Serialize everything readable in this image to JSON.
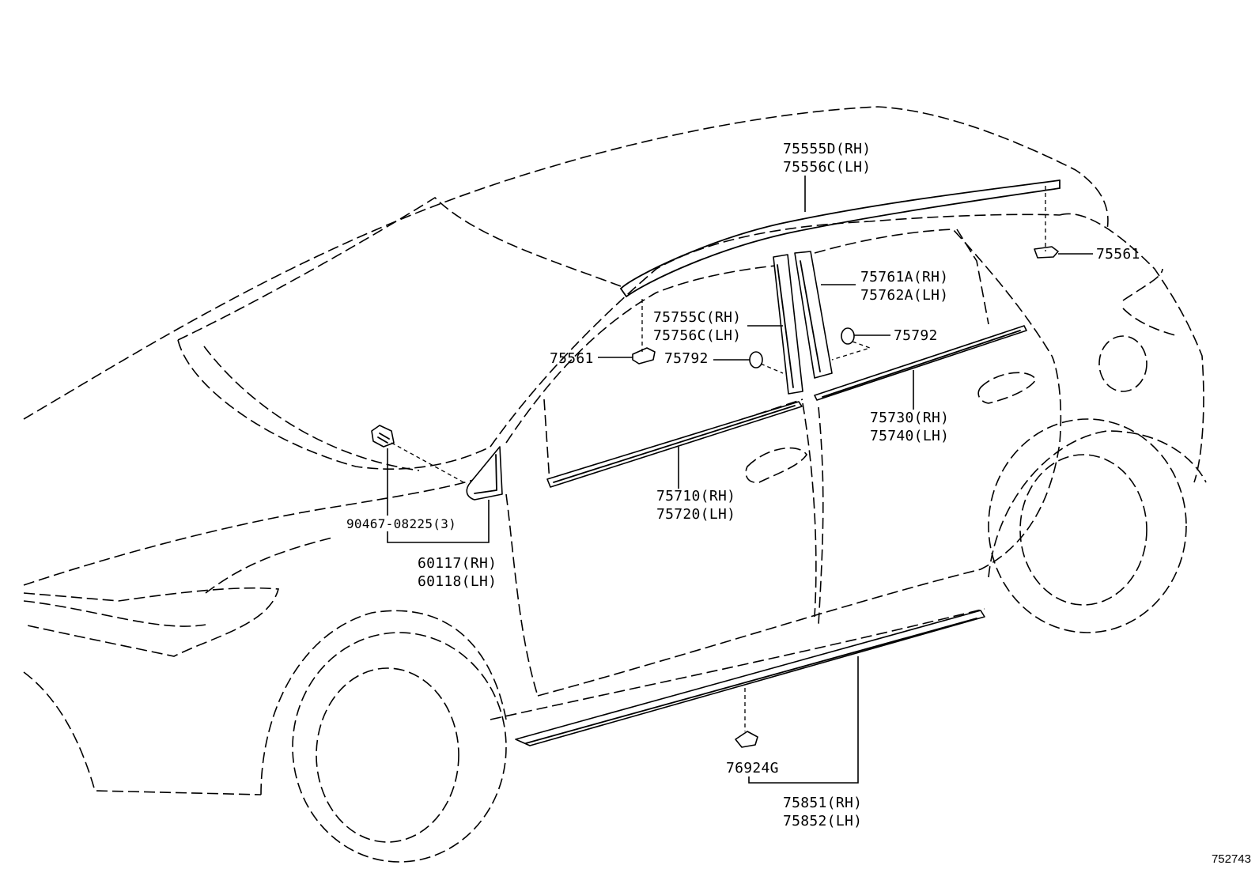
{
  "figure_number": "752743",
  "callouts": {
    "roof_molding": {
      "line1": "75555D(RH)",
      "line2": "75556C(LH)"
    },
    "clip_rear": {
      "line1": "75561"
    },
    "clip_front": {
      "line1": "75561"
    },
    "pillar_rear": {
      "line1": "75761A(RH)",
      "line2": "75762A(LH)"
    },
    "pillar_front": {
      "line1": "75755C(RH)",
      "line2": "75756C(LH)"
    },
    "grommet_rear": {
      "line1": "75792"
    },
    "grommet_front": {
      "line1": "75792"
    },
    "belt_rear": {
      "line1": "75730(RH)",
      "line2": "75740(LH)"
    },
    "belt_front": {
      "line1": "75710(RH)",
      "line2": "75720(LH)"
    },
    "screw": {
      "line1": "90467-08225(3)"
    },
    "mirror_cover": {
      "line1": "60117(RH)",
      "line2": "60118(LH)"
    },
    "rocker_clip": {
      "line1": "76924G"
    },
    "rocker_molding": {
      "line1": "75851(RH)",
      "line2": "75852(LH)"
    }
  }
}
